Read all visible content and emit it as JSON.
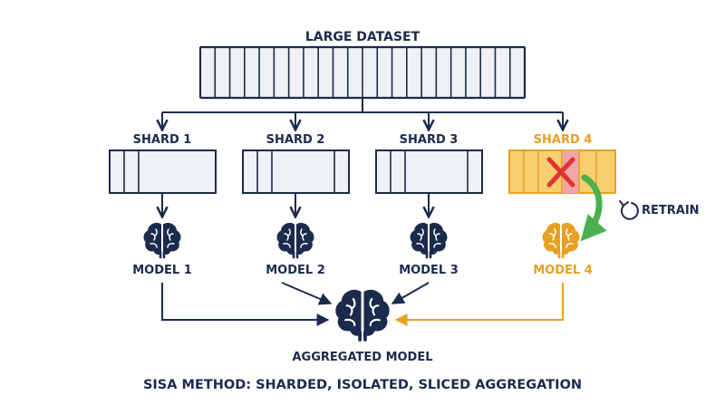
{
  "title": "LARGE DATASET",
  "shards": [
    {
      "label": "SHARD 1",
      "model": "MODEL 1",
      "highlighted": false
    },
    {
      "label": "SHARD 2",
      "model": "MODEL 2",
      "highlighted": false
    },
    {
      "label": "SHARD 3",
      "model": "MODEL 3",
      "highlighted": false
    },
    {
      "label": "SHARD 4",
      "model": "MODEL 4",
      "highlighted": true
    }
  ],
  "retrain_label": "RETRAIN",
  "aggregated_label": "AGGREGATED MODEL",
  "caption": "SISA METHOD: SHARDED, ISOLATED, SLICED AGGREGATION",
  "icons": {
    "brain": "brain-icon",
    "removed": "red-x-icon",
    "retrain": "refresh-icon"
  },
  "colors": {
    "navy": "#1b2b4b",
    "box_fill": "#eef1f6",
    "highlight": "#e8a024",
    "highlight_fill": "#f7cf6f",
    "removed_fill": "#f3a6a6",
    "removed_x": "#e03434",
    "retrain_arrow": "#4caf50"
  }
}
